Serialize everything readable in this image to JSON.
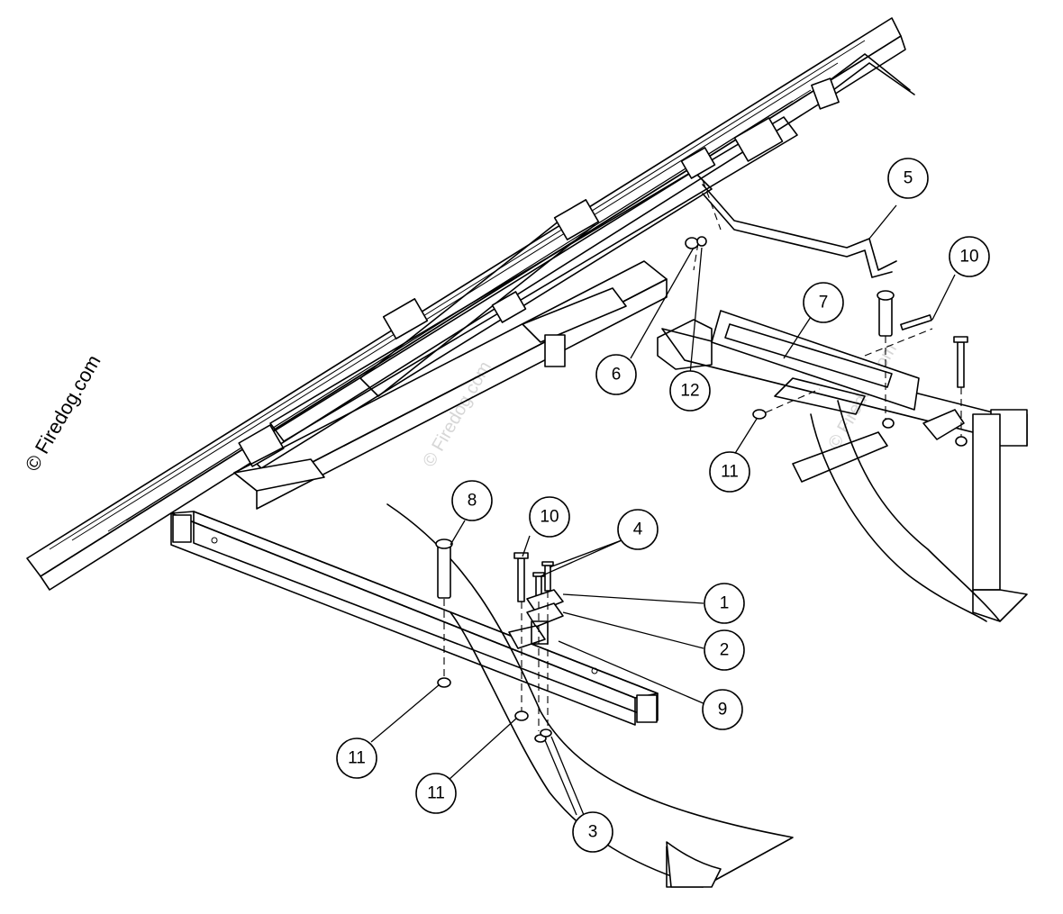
{
  "watermark": {
    "text": "© Firedog.com",
    "faint_text": "© Firedog.com"
  },
  "callouts": [
    {
      "id": "1",
      "label": "1"
    },
    {
      "id": "2",
      "label": "2"
    },
    {
      "id": "3",
      "label": "3"
    },
    {
      "id": "4",
      "label": "4"
    },
    {
      "id": "5",
      "label": "5"
    },
    {
      "id": "6",
      "label": "6"
    },
    {
      "id": "7",
      "label": "7"
    },
    {
      "id": "8",
      "label": "8"
    },
    {
      "id": "9",
      "label": "9"
    },
    {
      "id": "10a",
      "label": "10"
    },
    {
      "id": "10b",
      "label": "10"
    },
    {
      "id": "11a",
      "label": "11"
    },
    {
      "id": "11b",
      "label": "11"
    },
    {
      "id": "11c",
      "label": "11"
    },
    {
      "id": "12",
      "label": "12"
    }
  ]
}
